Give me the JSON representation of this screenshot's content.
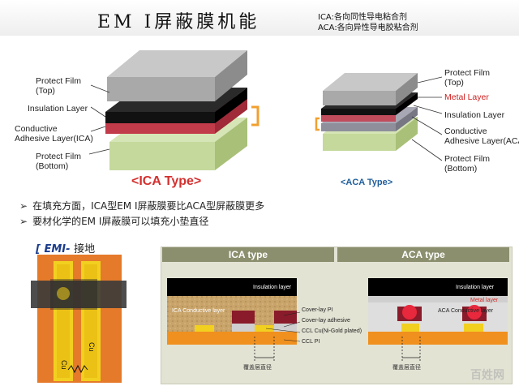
{
  "title": "EM I屏蔽膜机能",
  "notes": [
    "ICA:各向同性导电粘合剂",
    "ACA:各向异性导电胶粘合剂"
  ],
  "ica_diagram": {
    "labels": [
      "Protect Film\n(Top)",
      "Insulation Layer",
      "Conductive\nAdhesive Layer(ICA)",
      "Protect Film\n(Bottom)"
    ],
    "type_label": "<ICA Type>"
  },
  "aca_diagram": {
    "labels": [
      "Protect Film\n(Top)",
      "Metal Layer",
      "Insulation Layer",
      "Conductive\nAdhesive Layer(ACA)",
      "Protect Film\n(Bottom)"
    ],
    "type_label": "<ACA Type>"
  },
  "bullets": [
    "在填充方面，ICA型EM I屏蔽膜要比ACA型屏蔽膜更多",
    "要材化学的EM I屏蔽膜可以填充小垫直径"
  ],
  "emi": {
    "title_prefix": "EMI-",
    "title_rest": "接地"
  },
  "cross_section": {
    "ica_header": "ICA type",
    "aca_header": "ACA type",
    "insulation_layer": "Insulation layer",
    "ica_conductive": "ICA Conductive layer",
    "labels": [
      "Cover-lay PI",
      "Cover-lay adhesive",
      "CCL Cu(Ni-Gold plated)",
      "CCL PI"
    ],
    "metal_layer": "Metal layer",
    "aca_conductive": "ACA Conductive layer",
    "diameter_caption": "覆盖层直径"
  },
  "watermark": "百姓网",
  "colors": {
    "accent_red": "#d4302f",
    "aca_blue": "#1f5e9a",
    "pcb_orange": "#f0901e",
    "panel_header": "#8b8f6e"
  }
}
